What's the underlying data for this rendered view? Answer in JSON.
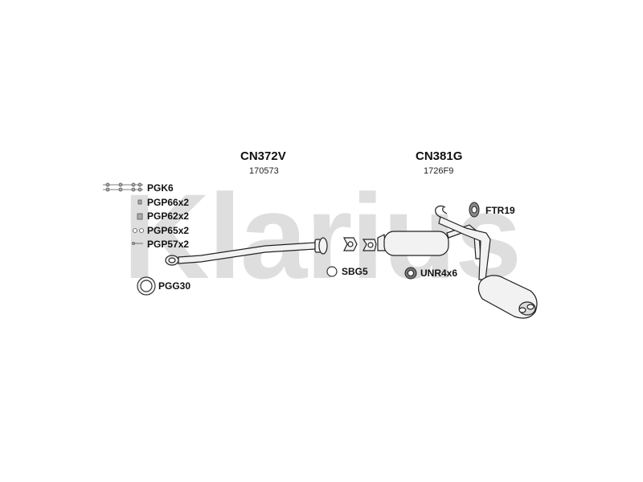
{
  "watermark": {
    "text": "Klarius",
    "color": "#dedede"
  },
  "assemblies": [
    {
      "code": "CN372V",
      "ref": "170573"
    },
    {
      "code": "CN381G",
      "ref": "1726F9"
    }
  ],
  "fittings": [
    {
      "label": "PGK6",
      "icon": "clamp-kit-icon"
    },
    {
      "label": "PGP66x2",
      "icon": "bolt-icon"
    },
    {
      "label": "PGP62x2",
      "icon": "spring-icon"
    },
    {
      "label": "PGP65x2",
      "icon": "nut-icon"
    },
    {
      "label": "PGP57x2",
      "icon": "stud-icon"
    },
    {
      "label": "PGG30",
      "icon": "gasket-ring-icon"
    },
    {
      "label": "SBG5",
      "icon": "washer-icon"
    },
    {
      "label": "UNR4x6",
      "icon": "rubber-ring-icon"
    },
    {
      "label": "FTR19",
      "icon": "rubber-mount-icon"
    }
  ]
}
